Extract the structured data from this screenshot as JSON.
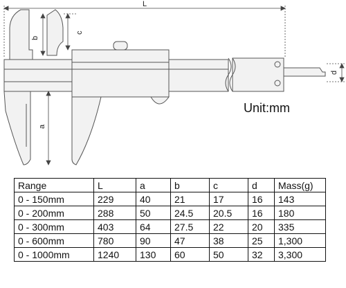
{
  "dimension_labels": {
    "L": "L",
    "a": "a",
    "b": "b",
    "c": "c",
    "d": "d"
  },
  "unit_label": "Unit:mm",
  "table": {
    "headers": [
      "Range",
      "L",
      "a",
      "b",
      "c",
      "d",
      "Mass(g)"
    ],
    "rows": [
      [
        "0 - 150mm",
        "229",
        "40",
        "21",
        "17",
        "16",
        "143"
      ],
      [
        "0 - 200mm",
        "288",
        "50",
        "24.5",
        "20.5",
        "16",
        "180"
      ],
      [
        "0 - 300mm",
        "403",
        "64",
        "27.5",
        "22",
        "20",
        "335"
      ],
      [
        "0 - 600mm",
        "780",
        "90",
        "47",
        "38",
        "25",
        "1,300"
      ],
      [
        "0 - 1000mm",
        "1240",
        "130",
        "60",
        "50",
        "32",
        "3,300"
      ]
    ]
  },
  "colors": {
    "body_fill": "#f2f2f2",
    "line": "#555555",
    "text": "#111111"
  }
}
